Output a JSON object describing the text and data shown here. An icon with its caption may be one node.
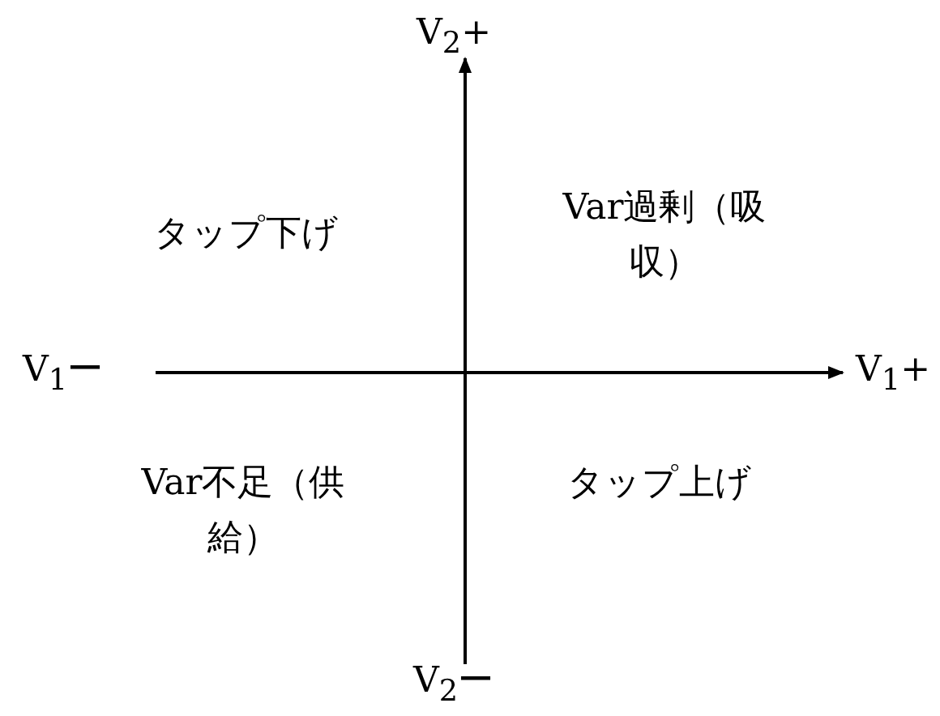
{
  "diagram": {
    "labels": [
      "V$_{2}$+",
      "タップ下げ",
      "Var過剰（吸収）",
      "V$_{1}$ー",
      "V$_{1}$+",
      "Var不足（供給）",
      "タップ上げ",
      "V$_{2}$ー"
    ]
  }
}
